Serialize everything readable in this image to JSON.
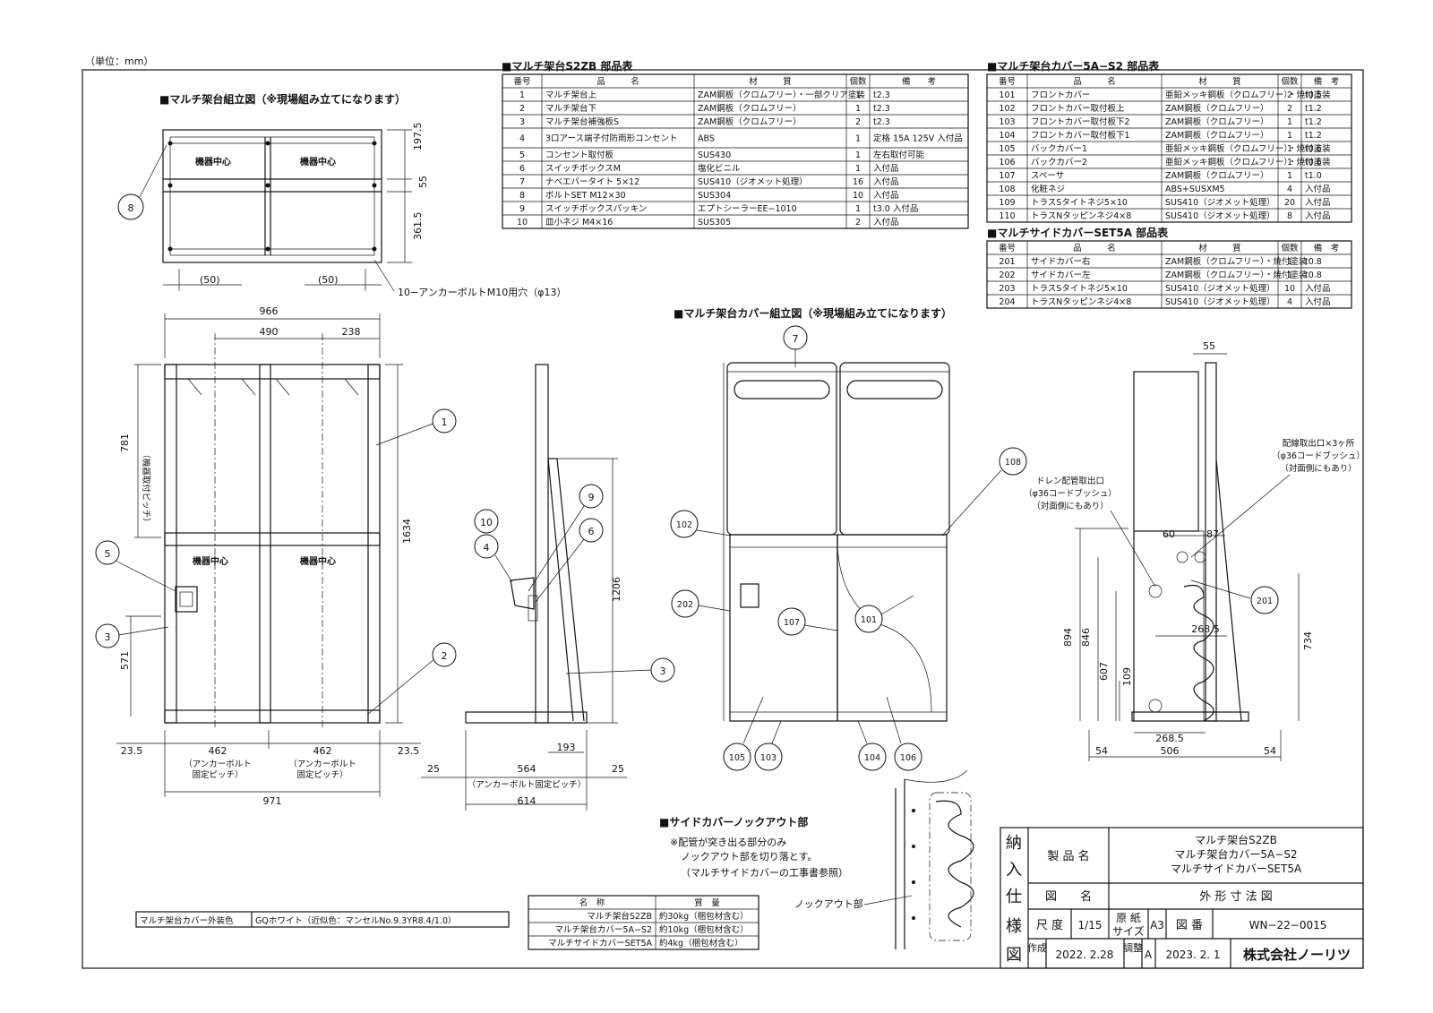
{
  "unit_label": "（単位：mm）",
  "assembly": {
    "frame_title": "■マルチ架台組立図（※現場組み立てになります）",
    "cover_title": "■マルチ架台カバー組立図（※現場組み立てになります）",
    "knockout_title": "■サイドカバーノックアウト部",
    "knockout_note1": "※配管が突き出る部分のみ",
    "knockout_note2": "ノックアウト部を切り落とす。",
    "knockout_note3": "（マルチサイドカバーの工事書参照）",
    "knockout_label": "ノックアウト部"
  },
  "drawing_labels": {
    "device_center": "機器中心",
    "anchor_holes": "10−アンカーボルトM10用穴（φ13）",
    "pitch_vertical": "（機器取付ピッチ）",
    "anchor_pitch": "（アンカーボルト",
    "anchor_pitch2": "固定ピッチ）",
    "anchor_pitch_side": "（アンカーボルト固定ピッチ）",
    "wire_outlet": "配線取出口×3ヶ所",
    "wire_bush": "（φ36コードブッシュ）",
    "opposite_side": "（対面側にもあり）",
    "drain_outlet": "ドレン配管取出口",
    "drain_bush": "（φ36コードブッシュ）",
    "drain_opposite": "（対面側にもあり）"
  },
  "dimensions": {
    "top_197": "197.5",
    "top_55": "55",
    "top_361": "361.5",
    "top_50a": "(50)",
    "top_50b": "(50)",
    "w966": "966",
    "w490": "490",
    "w238": "238",
    "h781": "781",
    "h1634": "1634",
    "h571": "571",
    "b23a": "23.5",
    "b462a": "462",
    "b462b": "462",
    "b23b": "23.5",
    "w971": "971",
    "s1206": "1206",
    "s193": "193",
    "s25a": "25",
    "s564": "564",
    "s25b": "25",
    "s614": "614",
    "r55": "55",
    "r60": "60",
    "r87": "87",
    "r894": "894",
    "r846": "846",
    "r607": "607",
    "r109": "109",
    "r734": "734",
    "r268a": "268.5",
    "r268b": "268.5",
    "r54a": "54",
    "r506": "506",
    "r54b": "54"
  },
  "balloons": {
    "frame": [
      "8",
      "1",
      "5",
      "3",
      "2",
      "10",
      "4",
      "9",
      "6",
      "3"
    ],
    "cover": [
      "7",
      "108",
      "102",
      "202",
      "107",
      "101",
      "105",
      "103",
      "104",
      "106",
      "201"
    ]
  },
  "parts_s2zb": {
    "title": "■マルチ架台S2ZB 部品表",
    "headers": [
      "番号",
      "品　　　名",
      "材　　　質",
      "個数",
      "備　　考"
    ],
    "rows": [
      [
        "1",
        "マルチ架台上",
        "ZAM鋼板（クロムフリー）・一部クリア塗装",
        "1",
        "t2.3"
      ],
      [
        "2",
        "マルチ架台下",
        "ZAM鋼板（クロムフリー）",
        "1",
        "t2.3"
      ],
      [
        "3",
        "マルチ架台補強板S",
        "ZAM鋼板（クロムフリー）",
        "2",
        "t2.3"
      ],
      [
        "4",
        "3口アース端子付防雨形コンセント",
        "ABS",
        "1",
        "定格 15A 125V 入付品"
      ],
      [
        "5",
        "コンセント取付板",
        "SUS430",
        "1",
        "左右取付可能"
      ],
      [
        "6",
        "スイッチボックスM",
        "塩化ビニル",
        "1",
        "入付品"
      ],
      [
        "7",
        "ナベエバータイト 5×12",
        "SUS410（ジオメット処理）",
        "16",
        "入付品"
      ],
      [
        "8",
        "ボルトSET M12×30",
        "SUS304",
        "10",
        "入付品"
      ],
      [
        "9",
        "スイッチボックスパッキン",
        "エプトシーラーEE−1010",
        "1",
        "t3.0 入付品"
      ],
      [
        "10",
        "皿小ネジ M4×16",
        "SUS305",
        "2",
        "入付品"
      ]
    ]
  },
  "parts_5as2": {
    "title": "■マルチ架台カバー5A−S2 部品表",
    "headers": [
      "番号",
      "品　　　名",
      "材　　　質",
      "個数",
      "備　考"
    ],
    "rows": [
      [
        "101",
        "フロントカバー",
        "亜鉛メッキ鋼板（クロムフリー）・焼付塗装",
        "2",
        "t0.5"
      ],
      [
        "102",
        "フロントカバー取付板上",
        "ZAM鋼板（クロムフリー）",
        "2",
        "t1.2"
      ],
      [
        "103",
        "フロントカバー取付板下2",
        "ZAM鋼板（クロムフリー）",
        "1",
        "t1.2"
      ],
      [
        "104",
        "フロントカバー取付板下1",
        "ZAM鋼板（クロムフリー）",
        "1",
        "t1.2"
      ],
      [
        "105",
        "バックカバー1",
        "亜鉛メッキ鋼板（クロムフリー）・焼付塗装",
        "1",
        "t0.6"
      ],
      [
        "106",
        "バックカバー2",
        "亜鉛メッキ鋼板（クロムフリー）・焼付塗装",
        "1",
        "t0.6"
      ],
      [
        "107",
        "スペーサ",
        "ZAM鋼板（クロムフリー）",
        "1",
        "t1.0"
      ],
      [
        "108",
        "化粧ネジ",
        "ABS+SUSXM5",
        "4",
        "入付品"
      ],
      [
        "109",
        "トラスSタイトネジ5×10",
        "SUS410（ジオメット処理）",
        "20",
        "入付品"
      ],
      [
        "110",
        "トラスNタッピンネジ4×8",
        "SUS410（ジオメット処理）",
        "8",
        "入付品"
      ]
    ]
  },
  "parts_set5a": {
    "title": "■マルチサイドカバーSET5A 部品表",
    "headers": [
      "番号",
      "品　　　名",
      "材　　　質",
      "個数",
      "備　考"
    ],
    "rows": [
      [
        "201",
        "サイドカバー右",
        "ZAM鋼板（クロムフリー）・焼付塗装",
        "1",
        "t0.8"
      ],
      [
        "202",
        "サイドカバー左",
        "ZAM鋼板（クロムフリー）・焼付塗装",
        "1",
        "t0.8"
      ],
      [
        "203",
        "トラスSタイトネジ5×10",
        "SUS410（ジオメット処理）",
        "10",
        "入付品"
      ],
      [
        "204",
        "トラスNタッピンネジ4×8",
        "SUS410（ジオメット処理）",
        "4",
        "入付品"
      ]
    ]
  },
  "color_note": {
    "label": "マルチ架台カバー外装色",
    "value": "GQホワイト（近似色：マンセルNo.9.3YR8.4/1.0）"
  },
  "weights": {
    "headers": [
      "名　称",
      "質　量"
    ],
    "rows": [
      [
        "マルチ架台S2ZB",
        "約30kg（梱包材含む）"
      ],
      [
        "マルチ架台カバー5A−S2",
        "約10kg（梱包材含む）"
      ],
      [
        "マルチサイドカバーSET5A",
        "約4kg（梱包材含む）"
      ]
    ]
  },
  "title_block": {
    "side": [
      "納",
      "入",
      "仕",
      "様",
      "図"
    ],
    "product_label": "製 品 名",
    "product_lines": [
      "マルチ架台S2ZB",
      "マルチ架台カバー5A−S2",
      "マルチサイドカバーSET5A"
    ],
    "drawing_label": "図　　名",
    "drawing_name": "外 形 寸 法 図",
    "scale_label": "尺 度",
    "scale": "1/15",
    "paper_label1": "原 紙",
    "paper_label2": "サイズ",
    "paper": "A3",
    "number_label": "図 番",
    "number": "WN−22−0015",
    "created_label": "作成",
    "created": "2022. 2.28",
    "revised_label": "調整",
    "revision": "A",
    "revised": "2023. 2. 1",
    "company": "株式会社ノーリツ"
  }
}
